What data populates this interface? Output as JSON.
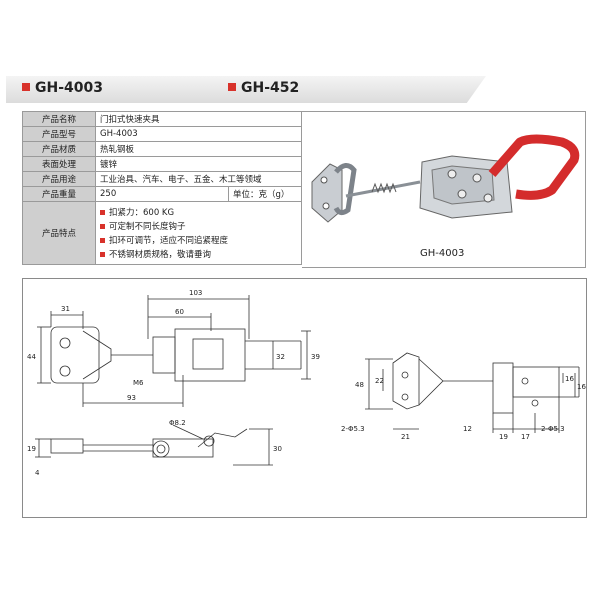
{
  "header": {
    "model_left": "GH-4003",
    "model_right": "GH-452"
  },
  "specs": {
    "rows": [
      {
        "key": "产品名称",
        "value": "门扣式快速夹具"
      },
      {
        "key": "产品型号",
        "value": "GH-4003"
      },
      {
        "key": "产品材质",
        "value": "热轧钢板"
      },
      {
        "key": "表面处理",
        "value": "镀锌"
      },
      {
        "key": "产品用途",
        "value": "工业治具、汽车、电子、五金、木工等领域"
      }
    ],
    "weight": {
      "key": "产品重量",
      "value": "250",
      "unit": "单位：克（g）"
    },
    "features": {
      "key": "产品特点",
      "items": [
        "扣紧力：600 KG",
        "可定制不同长度钩子",
        "扣环可调节，适应不同追紧程度",
        "不锈钢材质规格，敬请垂询"
      ]
    }
  },
  "product": {
    "caption": "GH-4003"
  },
  "drawing": {
    "dims_top_view": [
      "103",
      "60",
      "31",
      "44",
      "32",
      "39",
      "M6",
      "93"
    ],
    "dims_side_view": [
      "19",
      "4",
      "Φ8.2",
      "30"
    ],
    "dims_right_view": [
      "48",
      "22",
      "16",
      "16",
      "2-Φ5.3",
      "21",
      "12",
      "19",
      "17",
      "2-Φ5.3"
    ]
  },
  "colors": {
    "accent": "#d8322b",
    "table_key_bg": "#cfcfcf",
    "handle_red": "#d42c2c"
  }
}
